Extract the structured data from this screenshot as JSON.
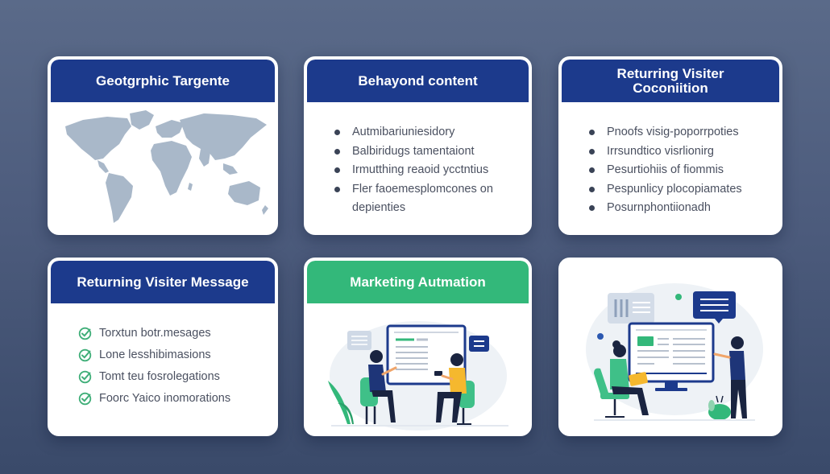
{
  "colors": {
    "background": "#4d5c7d",
    "header_blue": "#1c3a8c",
    "header_green": "#33b87a",
    "map_fill": "#a9b8c9",
    "check_green": "#3fae78"
  },
  "cards": [
    {
      "title": "Geotgrphic Targente",
      "content_type": "world-map"
    },
    {
      "title": "Behayond content",
      "items": [
        "Autmibariuniesidory",
        "Balbiridugs tamentaiont",
        "Irmutthing reaoid ycctntius",
        "Fler faoemesplomcones on depienties"
      ]
    },
    {
      "title": "Returring Visiter Coconiition",
      "items": [
        "Pnoofs visig-poporrpoties",
        "Irrsundtico visrlionirg",
        "Pesurtiohiis of fiommis",
        "Pespunlicy plocopiamates",
        "Posurnphontiionadh"
      ]
    },
    {
      "title": "Returning Visiter Message",
      "items": [
        "Torxtun botr.mesages",
        "Lone lesshibimasions",
        "Tomt teu fosrolegations",
        "Foorc Yaico inomorations"
      ]
    },
    {
      "title": "Marketing Autmation",
      "content_type": "illustration-two-people-at-screen"
    },
    {
      "title": "",
      "content_type": "illustration-presenter-and-laptop-user"
    }
  ]
}
